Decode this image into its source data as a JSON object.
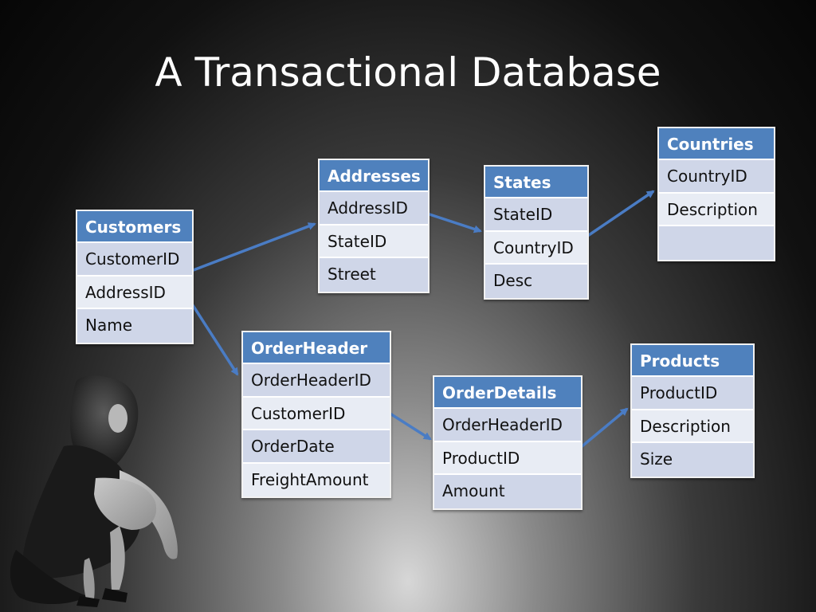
{
  "title": "A Transactional Database",
  "colors": {
    "header": "#4f81bd",
    "row_odd": "#cfd6e8",
    "row_even": "#e8ecf4",
    "arrow": "#4a7cc4"
  },
  "tables": {
    "customers": {
      "name": "Customers",
      "fields": [
        "CustomerID",
        "AddressID",
        "Name"
      ]
    },
    "addresses": {
      "name": "Addresses",
      "fields": [
        "AddressID",
        "StateID",
        "Street"
      ]
    },
    "states": {
      "name": "States",
      "fields": [
        "StateID",
        "CountryID",
        "Desc"
      ]
    },
    "countries": {
      "name": "Countries",
      "fields": [
        "CountryID",
        "Description",
        ""
      ]
    },
    "orderheader": {
      "name": "OrderHeader",
      "fields": [
        "OrderHeaderID",
        "CustomerID",
        "OrderDate",
        "FreightAmount"
      ]
    },
    "orderdetails": {
      "name": "OrderDetails",
      "fields": [
        "OrderHeaderID",
        "ProductID",
        "Amount"
      ]
    },
    "products": {
      "name": "Products",
      "fields": [
        "ProductID",
        "Description",
        "Size"
      ]
    }
  },
  "relations": [
    {
      "from": "Customers",
      "to": "Addresses"
    },
    {
      "from": "Customers",
      "to": "OrderHeader"
    },
    {
      "from": "Addresses",
      "to": "States"
    },
    {
      "from": "States",
      "to": "Countries"
    },
    {
      "from": "OrderHeader",
      "to": "OrderDetails"
    },
    {
      "from": "OrderDetails",
      "to": "Products"
    }
  ]
}
